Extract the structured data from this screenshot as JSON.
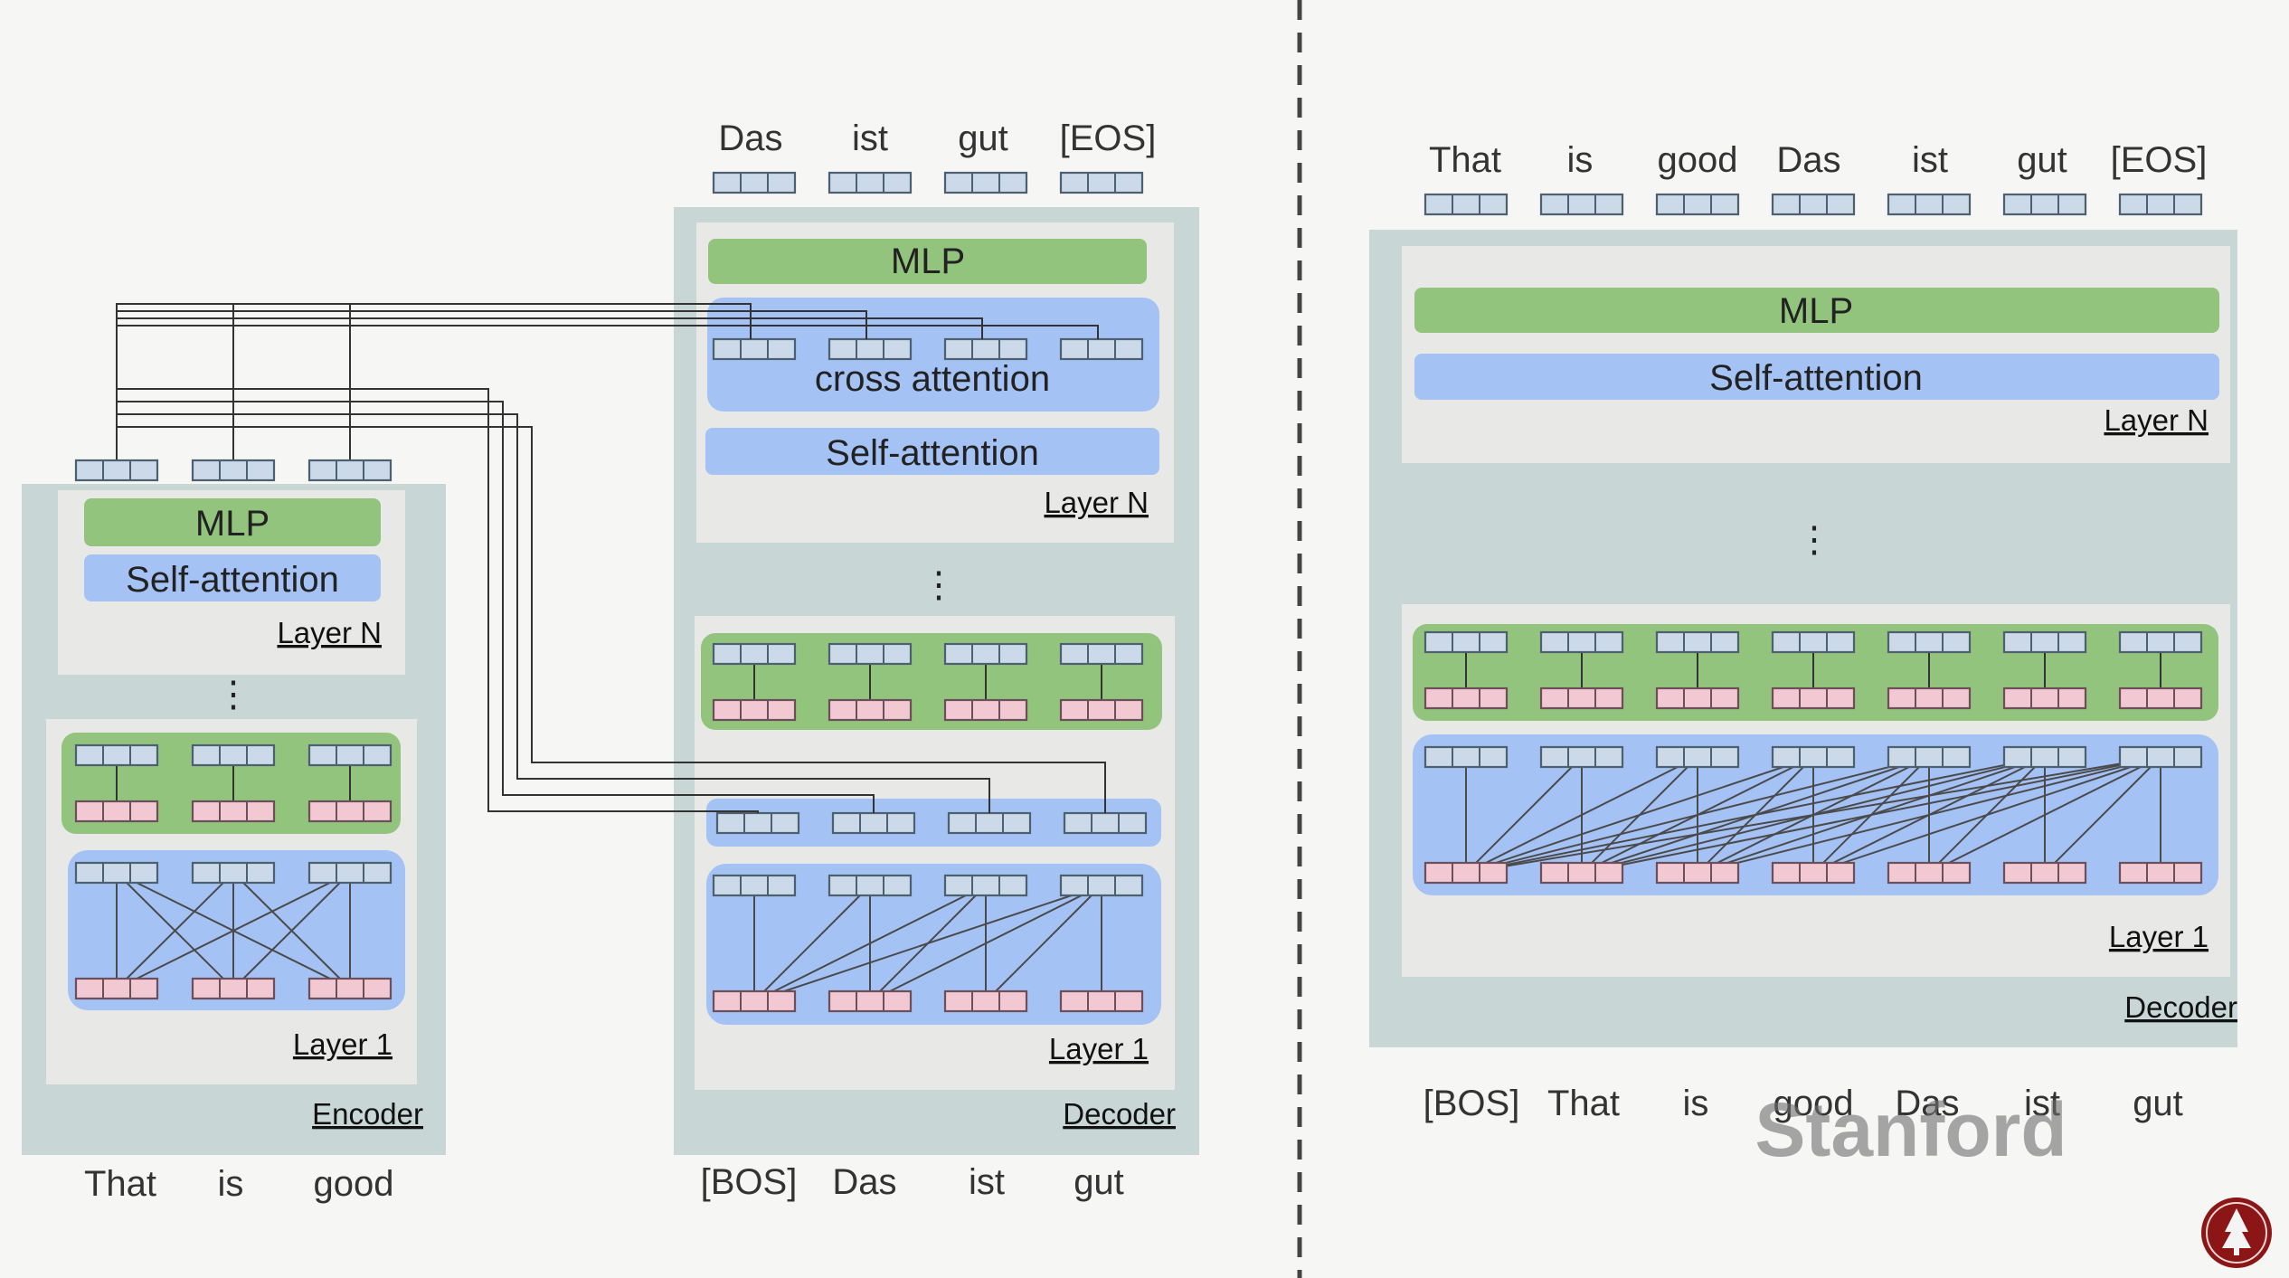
{
  "encoder": {
    "inputs": [
      "That",
      "is",
      "good"
    ],
    "mlp": "MLP",
    "self_attention": "Self-attention",
    "layer_n": "Layer N",
    "layer_1": "Layer 1",
    "label": "Encoder"
  },
  "decoder": {
    "outputs": [
      "Das",
      "ist",
      "gut",
      "[EOS]"
    ],
    "inputs": [
      "[BOS]",
      "Das",
      "ist",
      "gut"
    ],
    "mlp": "MLP",
    "cross_attention": "cross attention",
    "self_attention": "Self-attention",
    "layer_n": "Layer N",
    "layer_1": "Layer 1",
    "label": "Decoder"
  },
  "decoder_only": {
    "outputs": [
      "That",
      "is",
      "good",
      "Das",
      "ist",
      "gut",
      "[EOS]"
    ],
    "inputs": [
      "[BOS]",
      "That",
      "is",
      "good",
      "Das",
      "ist",
      "gut"
    ],
    "mlp": "MLP",
    "self_attention": "Self-attention",
    "layer_n": "Layer N",
    "layer_1": "Layer 1",
    "label": "Decoder"
  },
  "watermark": "Stanford",
  "colors": {
    "background": "#f6f6f5",
    "outer_panel": "#c8d6d6",
    "inner_panel": "#e8e8e6",
    "mlp_green": "#93c47d",
    "attention_blue": "#a4c2f4",
    "token_blue": "#ccd9e8",
    "token_pink": "#f2c9d2",
    "stanford_red": "#8c1515"
  }
}
